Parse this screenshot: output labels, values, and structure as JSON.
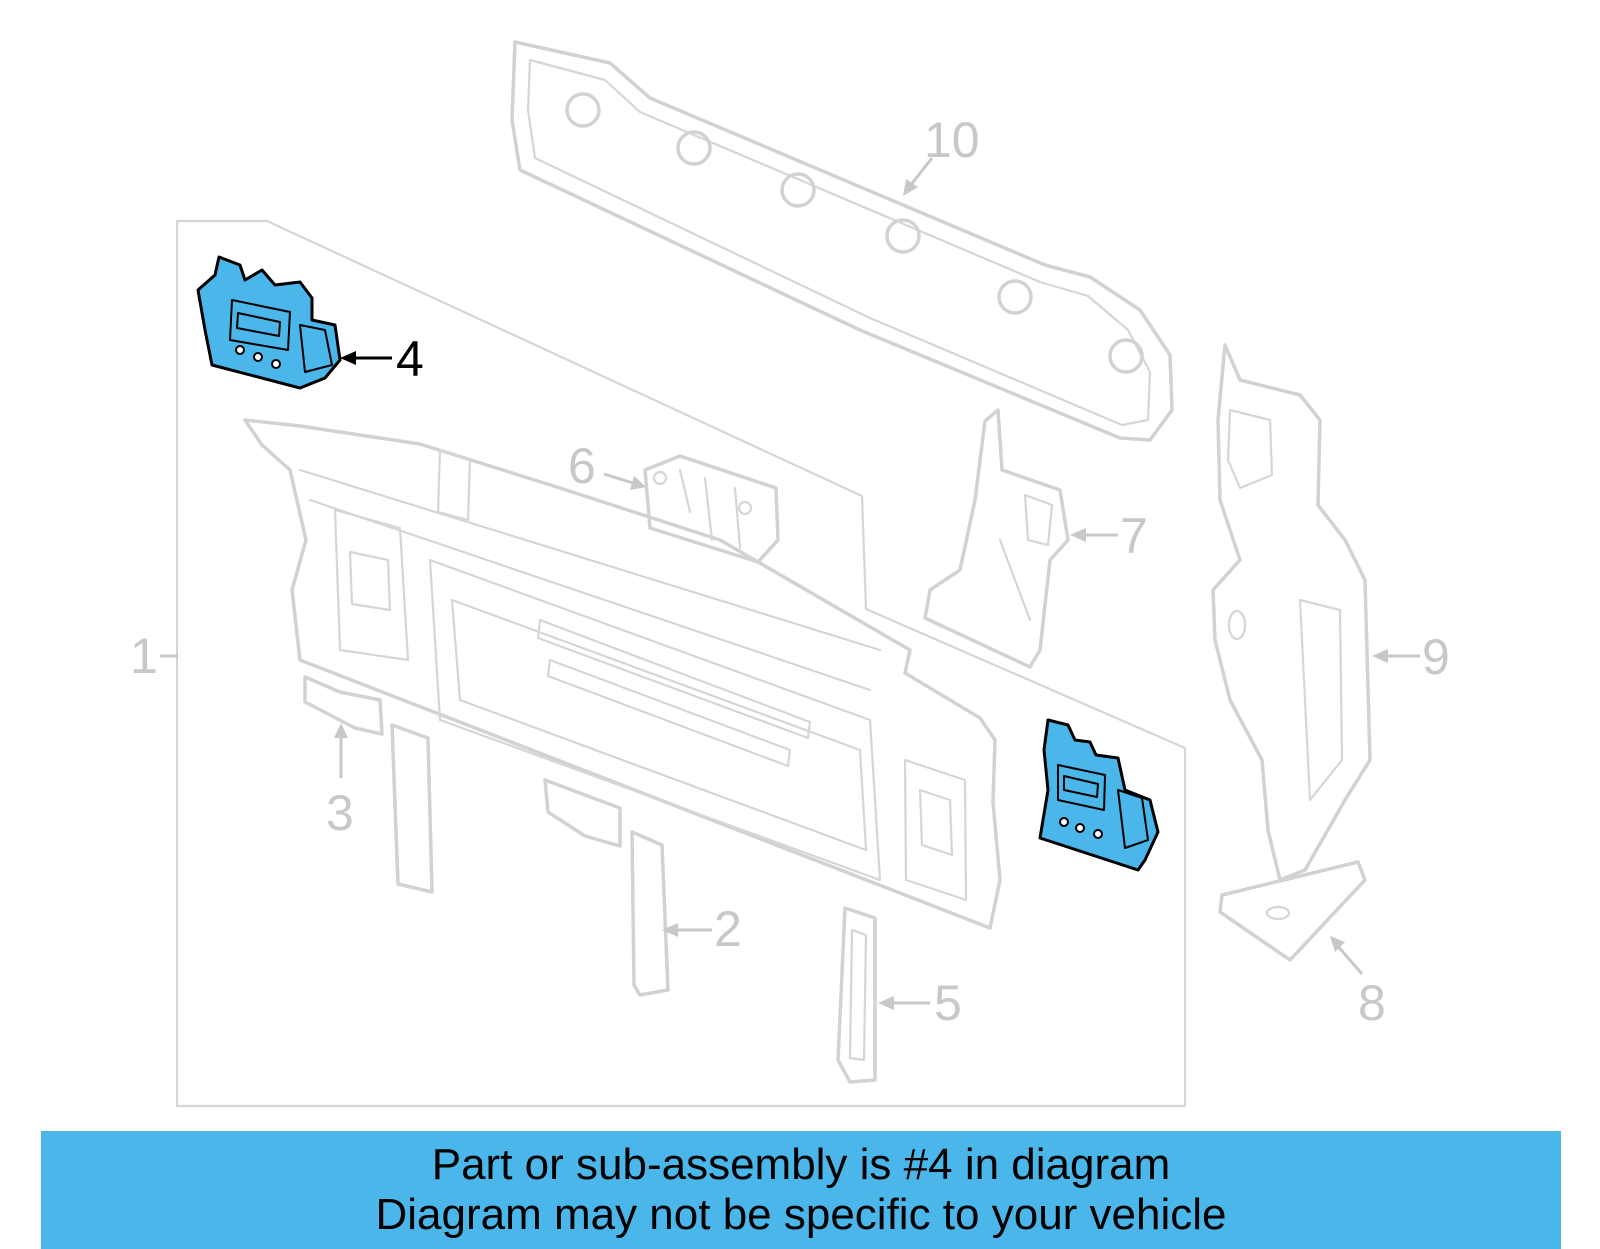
{
  "highlight_color": "#4ab6ea",
  "banner": {
    "line1": "Part or sub-assembly is #4 in diagram",
    "line2": "Diagram may not be specific to your vehicle"
  },
  "callouts": {
    "c1": "1",
    "c2": "2",
    "c3": "3",
    "c4": "4",
    "c5": "5",
    "c6": "6",
    "c7": "7",
    "c8": "8",
    "c9": "9",
    "c10": "10"
  },
  "highlighted_callout": "4"
}
